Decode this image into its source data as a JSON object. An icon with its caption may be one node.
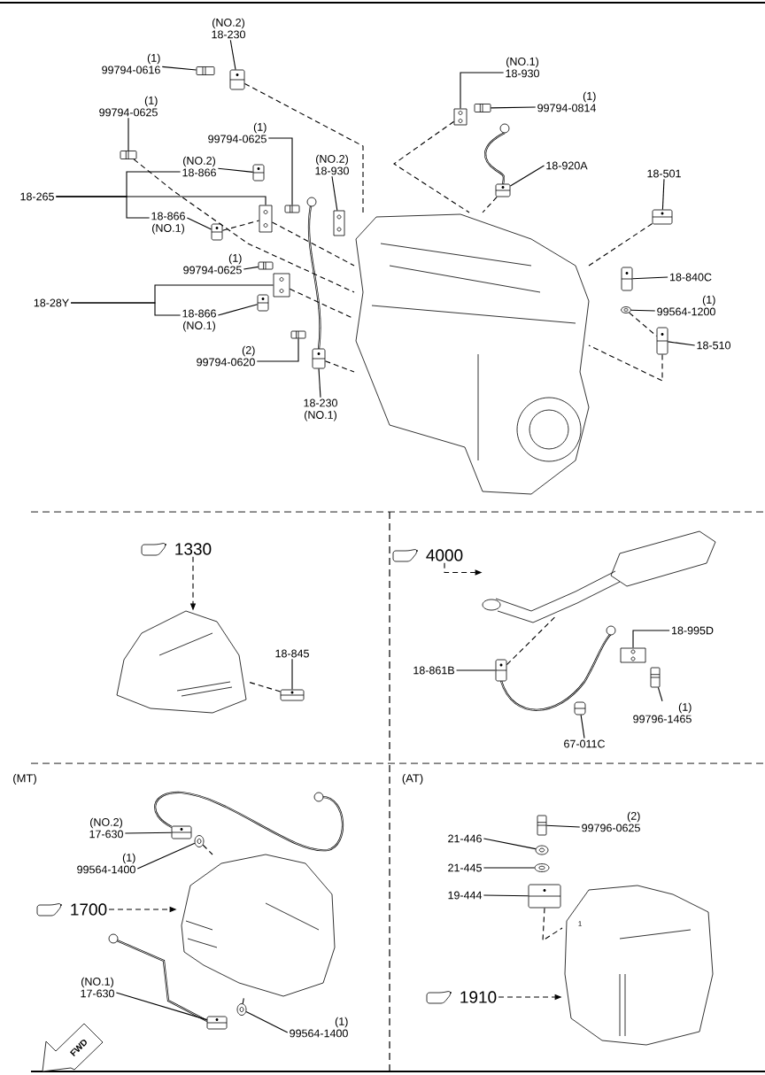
{
  "diagram": {
    "nodes": [
      {
        "text": [
          "(NO.2)",
          "18-230"
        ]
      },
      {
        "text": [],
        "shape": "picture"
      },
      {
        "text": [
          "(1)",
          "99794-0616"
        ]
      },
      {
        "text": [],
        "shape": "picture"
      },
      {
        "text": [
          "(1)",
          "99794-0625"
        ]
      },
      {
        "text": [],
        "shape": "picture"
      },
      {
        "text": [
          "(1)",
          "99794-0625"
        ]
      },
      {
        "text": [],
        "shape": "picture"
      },
      {
        "text": [
          "(NO.2)",
          "18-866"
        ]
      },
      {
        "text": [],
        "shape": "picture"
      },
      {
        "text": [
          "18-265"
        ]
      },
      {
        "text": [],
        "shape": "picture"
      },
      {
        "text": [
          "18-866",
          "(NO.1)"
        ]
      },
      {
        "text": [],
        "shape": "picture"
      },
      {
        "text": [
          "(NO.2)",
          "18-930"
        ]
      },
      {
        "text": [],
        "shape": "picture"
      },
      {
        "text": [
          "(1)",
          "99794-0625"
        ]
      },
      {
        "text": [],
        "shape": "picture"
      },
      {
        "text": [
          "18-28Y"
        ]
      },
      {
        "text": [],
        "shape": "picture"
      },
      {
        "text": [
          "18-866",
          "(NO.1)"
        ]
      },
      {
        "text": [],
        "shape": "picture"
      },
      {
        "text": [
          "(2)",
          "99794-0620"
        ]
      },
      {
        "text": [],
        "shape": "picture"
      },
      {
        "text": [
          "18-230",
          "(NO.1)"
        ]
      },
      {
        "text": [],
        "shape": "picture"
      },
      {
        "text": [
          "(NO.1)",
          "18-930"
        ]
      },
      {
        "text": [],
        "shape": "picture"
      },
      {
        "text": [
          "(1)",
          "99794-0814"
        ]
      },
      {
        "text": [],
        "shape": "picture"
      },
      {
        "text": [
          "18-920A"
        ]
      },
      {
        "text": [],
        "shape": "picture"
      },
      {
        "text": [
          "18-501"
        ]
      },
      {
        "text": [],
        "shape": "picture"
      },
      {
        "text": [
          "18-840C"
        ]
      },
      {
        "text": [],
        "shape": "picture"
      },
      {
        "text": [
          "(1)",
          "99564-1200"
        ]
      },
      {
        "text": [],
        "shape": "picture"
      },
      {
        "text": [
          "18-510"
        ]
      },
      {
        "text": [],
        "shape": "picture"
      },
      {
        "text": [],
        "shape": "picture"
      },
      {
        "text": [
          "1330"
        ]
      },
      {
        "text": [],
        "shape": "picture"
      },
      {
        "text": [
          "18-845"
        ]
      },
      {
        "text": [],
        "shape": "picture"
      },
      {
        "text": [
          "4000"
        ]
      },
      {
        "text": [],
        "shape": "picture"
      },
      {
        "text": [
          "18-995D"
        ]
      },
      {
        "text": [],
        "shape": "picture"
      },
      {
        "text": [
          "18-861B"
        ]
      },
      {
        "text": [],
        "shape": "picture"
      },
      {
        "text": [
          "(1)",
          "99796-1465"
        ]
      },
      {
        "text": [],
        "shape": "picture"
      },
      {
        "text": [
          "67-011C"
        ]
      },
      {
        "text": [],
        "shape": "picture"
      },
      {
        "text": [
          "(NO.2)",
          "17-630"
        ]
      },
      {
        "text": [],
        "shape": "picture"
      },
      {
        "text": [
          "(1)",
          "99564-1400"
        ]
      },
      {
        "text": [],
        "shape": "picture"
      },
      {
        "text": [
          "1700"
        ]
      },
      {
        "text": [],
        "shape": "picture"
      },
      {
        "text": [
          "(NO.1)",
          "17-630"
        ]
      },
      {
        "text": [],
        "shape": "picture"
      },
      {
        "text": [
          "(1)",
          "99564-1400"
        ]
      },
      {
        "text": [],
        "shape": "picture"
      },
      {
        "text": [
          "(2)",
          "99796-0625"
        ]
      },
      {
        "text": [],
        "shape": "picture"
      },
      {
        "text": [
          "21-446"
        ]
      },
      {
        "text": [],
        "shape": "picture"
      },
      {
        "text": [
          "21-445"
        ]
      },
      {
        "text": [],
        "shape": "picture"
      },
      {
        "text": [
          "19-444"
        ]
      },
      {
        "text": [],
        "shape": "picture"
      },
      {
        "text": [
          "1910"
        ]
      },
      {
        "text": [],
        "shape": "picture"
      }
    ],
    "edges": [
      {
        "from": 0,
        "to": 1,
        "arrow": "none"
      },
      {
        "from": 2,
        "to": 3,
        "arrow": "none"
      },
      {
        "from": 4,
        "to": 5,
        "arrow": "none"
      },
      {
        "from": 6,
        "to": 7,
        "arrow": "none"
      },
      {
        "from": 8,
        "to": 9,
        "arrow": "none"
      },
      {
        "from": 10,
        "to": 11,
        "arrow": "none"
      },
      {
        "from": 10,
        "to": 8,
        "arrow": "none"
      },
      {
        "from": 10,
        "to": 12,
        "arrow": "none"
      },
      {
        "from": 12,
        "to": 13,
        "arrow": "none"
      },
      {
        "from": 14,
        "to": 15,
        "arrow": "none"
      },
      {
        "from": 16,
        "to": 17,
        "arrow": "none"
      },
      {
        "from": 18,
        "to": 19,
        "arrow": "none"
      },
      {
        "from": 18,
        "to": 20,
        "arrow": "none"
      },
      {
        "from": 20,
        "to": 21,
        "arrow": "none"
      },
      {
        "from": 22,
        "to": 23,
        "arrow": "none"
      },
      {
        "from": 24,
        "to": 25,
        "arrow": "none"
      },
      {
        "from": 26,
        "to": 27,
        "arrow": "none"
      },
      {
        "from": 28,
        "to": 29,
        "arrow": "none"
      },
      {
        "from": 30,
        "to": 31,
        "arrow": "none"
      },
      {
        "from": 32,
        "to": 33,
        "arrow": "none"
      },
      {
        "from": 34,
        "to": 35,
        "arrow": "none"
      },
      {
        "from": 36,
        "to": 37,
        "arrow": "none"
      },
      {
        "from": 38,
        "to": 39,
        "arrow": "none"
      },
      {
        "from": 43,
        "to": 44,
        "arrow": "none"
      },
      {
        "from": 47,
        "to": 48,
        "arrow": "none"
      },
      {
        "from": 49,
        "to": 50,
        "arrow": "none"
      },
      {
        "from": 51,
        "to": 52,
        "arrow": "none"
      },
      {
        "from": 53,
        "to": 54,
        "arrow": "none"
      },
      {
        "from": 55,
        "to": 56,
        "arrow": "none"
      },
      {
        "from": 57,
        "to": 58,
        "arrow": "none"
      },
      {
        "from": 61,
        "to": 62,
        "arrow": "none"
      },
      {
        "from": 63,
        "to": 64,
        "arrow": "none"
      },
      {
        "from": 65,
        "to": 66,
        "arrow": "none"
      },
      {
        "from": 67,
        "to": 68,
        "arrow": "none"
      },
      {
        "from": 69,
        "to": 70,
        "arrow": "none"
      },
      {
        "from": 71,
        "to": 72,
        "arrow": "none"
      },
      {
        "from": 41,
        "to": 42,
        "arrow": "to",
        "style": "dashed"
      },
      {
        "from": 45,
        "to": 46,
        "arrow": "to",
        "style": "dashed"
      },
      {
        "from": 59,
        "to": 60,
        "arrow": "to",
        "style": "dashed"
      },
      {
        "from": 73,
        "to": 74,
        "arrow": "to",
        "style": "dashed"
      },
      {
        "from": 1,
        "to": 40,
        "arrow": "none",
        "style": "dashed"
      },
      {
        "from": 5,
        "to": 40,
        "arrow": "none",
        "style": "dashed"
      },
      {
        "from": 11,
        "to": 40,
        "arrow": "none",
        "style": "dashed"
      },
      {
        "from": 19,
        "to": 40,
        "arrow": "none",
        "style": "dashed"
      },
      {
        "from": 25,
        "to": 40,
        "arrow": "none",
        "style": "dashed"
      },
      {
        "from": 27,
        "to": 40,
        "arrow": "none",
        "style": "dashed"
      },
      {
        "from": 31,
        "to": 40,
        "arrow": "none",
        "style": "dashed"
      },
      {
        "from": 33,
        "to": 40,
        "arrow": "none",
        "style": "dashed"
      },
      {
        "from": 39,
        "to": 40,
        "arrow": "none",
        "style": "dashed"
      },
      {
        "from": 37,
        "to": 39,
        "arrow": "none",
        "style": "dashed"
      },
      {
        "from": 13,
        "to": 11,
        "arrow": "none",
        "style": "dashed"
      },
      {
        "from": 44,
        "to": 42,
        "arrow": "none",
        "style": "dashed"
      },
      {
        "from": 50,
        "to": 46,
        "arrow": "none",
        "style": "dashed"
      },
      {
        "from": 58,
        "to": 60,
        "arrow": "none",
        "style": "dashed"
      },
      {
        "from": 64,
        "to": 60,
        "arrow": "none",
        "style": "dashed"
      },
      {
        "from": 72,
        "to": 74,
        "arrow": "none",
        "style": "dashed"
      }
    ],
    "labels": [
      "(MT)",
      "(AT)",
      "FWD",
      "1"
    ]
  }
}
